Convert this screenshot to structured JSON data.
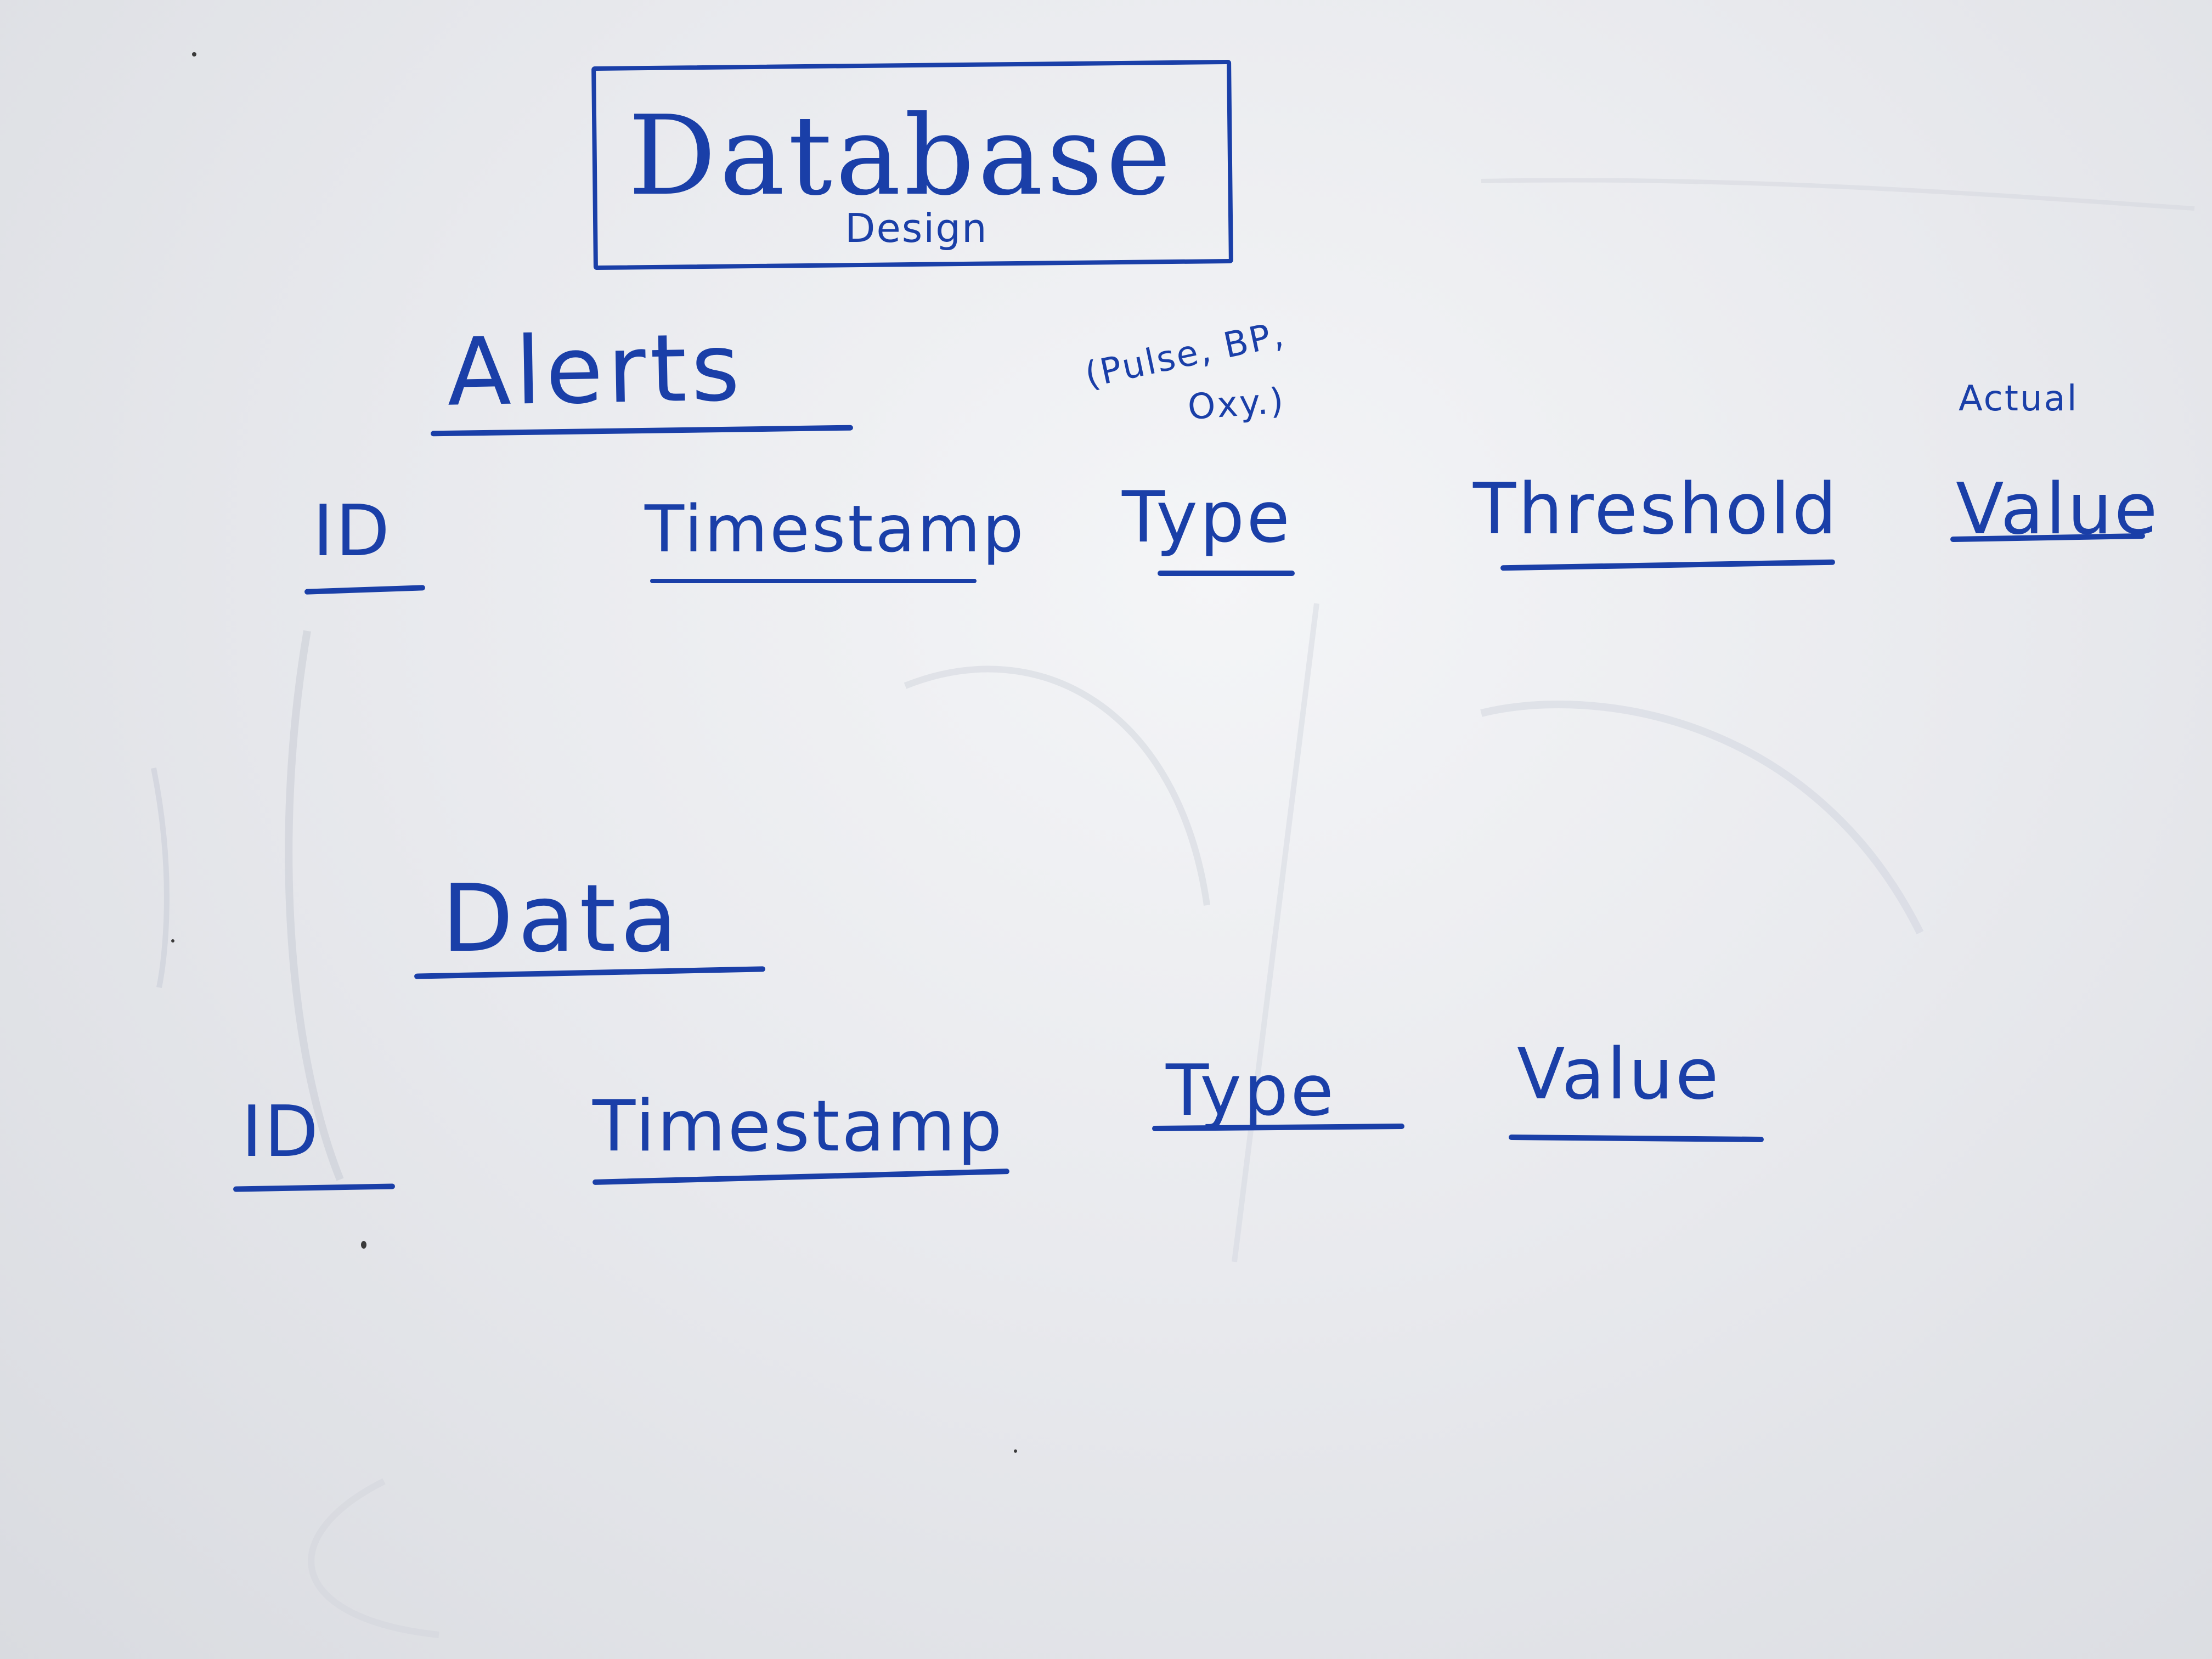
{
  "whiteboard": {
    "title": "Database",
    "subtitle": "Design",
    "ink_color": "#1a3fa8",
    "board_color": "#e9eaee"
  },
  "tables": [
    {
      "name": "Alerts",
      "fields": [
        "ID",
        "Timestamp",
        "Type",
        "Threshold",
        "Value"
      ],
      "notes": {
        "type_note_line1": "(Pulse, BP,",
        "type_note_line2": "Oxy.)",
        "value_note": "Actual"
      }
    },
    {
      "name": "Data",
      "fields": [
        "ID",
        "Timestamp",
        "Type",
        "Value"
      ]
    }
  ]
}
